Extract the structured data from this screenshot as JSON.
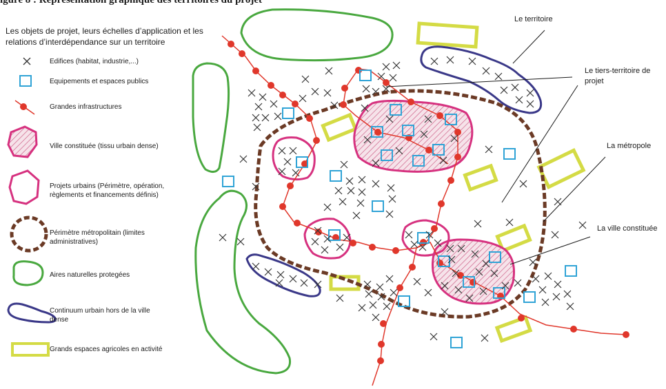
{
  "title": "igure 8 : Représentation graphique des territoires du projet",
  "intro": "Les objets de projet, leurs échelles d’application et les relations d’interdépendance sur un territoire",
  "legend": [
    {
      "key": "edifices",
      "label": "Edifices (habitat, industrie,...)",
      "color": "#333333"
    },
    {
      "key": "equipements",
      "label": "Equipements et espaces publics",
      "color": "#2fa3d6"
    },
    {
      "key": "infrastructures",
      "label": "Grandes infrastructures",
      "color": "#e0372b"
    },
    {
      "key": "ville",
      "label": "Ville constituée (tissu urbain dense)",
      "color": "#d6317f"
    },
    {
      "key": "projets",
      "label": "Projets urbains (Périmètre, opération, règlements et financements définis)",
      "color": "#d6317f"
    },
    {
      "key": "perimetre",
      "label": "Périmètre métropolitain (limites administratives)",
      "color": "#6b3a25"
    },
    {
      "key": "aires",
      "label": "Aires naturelles protegées",
      "color": "#49a83f"
    },
    {
      "key": "continuum",
      "label": "Continuum urbain hors de la ville dense",
      "color": "#3a3888"
    },
    {
      "key": "agricoles",
      "label": "Grands espaces agricoles en activité",
      "color": "#d4db45"
    }
  ],
  "labels": {
    "territoire": "Le territoire",
    "tiers_territoire": "Le tiers-territoire de projet",
    "metropole": "La métropole",
    "ville_constituee": "La ville constituée"
  }
}
